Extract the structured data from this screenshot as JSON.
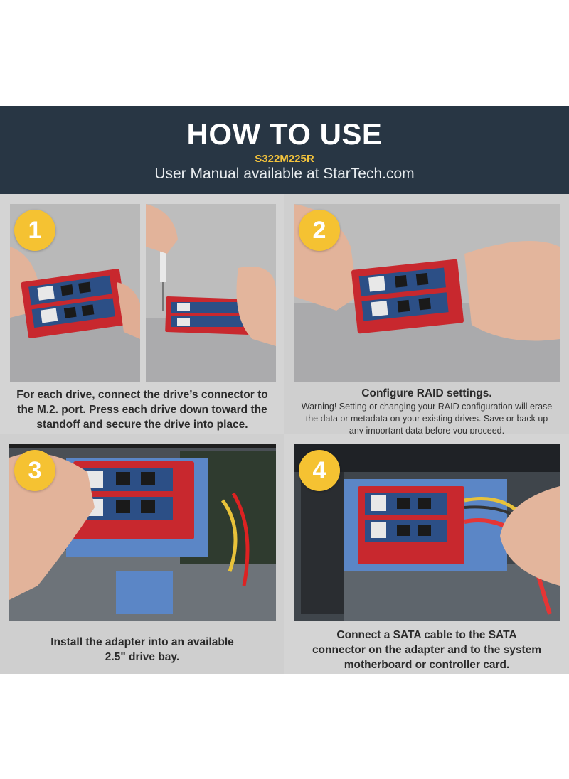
{
  "header": {
    "title": "HOW TO USE",
    "model": "S322M225R",
    "manual": "User Manual available at StarTech.com"
  },
  "steps": [
    {
      "number": "1",
      "lines": [
        "For each drive, connect the drive’s connector to",
        "the M.2. port. Press each drive down toward the",
        "standoff and secure the drive into place."
      ]
    },
    {
      "number": "2",
      "title": "Configure RAID settings.",
      "warning_lines": [
        "Warning! Setting or changing your RAID configuration will erase",
        "the data or metadata on your existing drives. Save or back up",
        "any important data before you proceed."
      ]
    },
    {
      "number": "3",
      "lines": [
        "Install the adapter into an available",
        "2.5\" drive bay."
      ]
    },
    {
      "number": "4",
      "lines": [
        "Connect a SATA cable to the SATA",
        "connector on the adapter and to the system",
        "motherboard or controller card."
      ]
    }
  ],
  "colors": {
    "header_bg": "#283644",
    "model_text": "#f3c33c",
    "badge": "#f5c232",
    "pcb_red": "#c8282e",
    "drive_blue": "#2c4f86",
    "bracket_blue": "#5b86c6"
  }
}
